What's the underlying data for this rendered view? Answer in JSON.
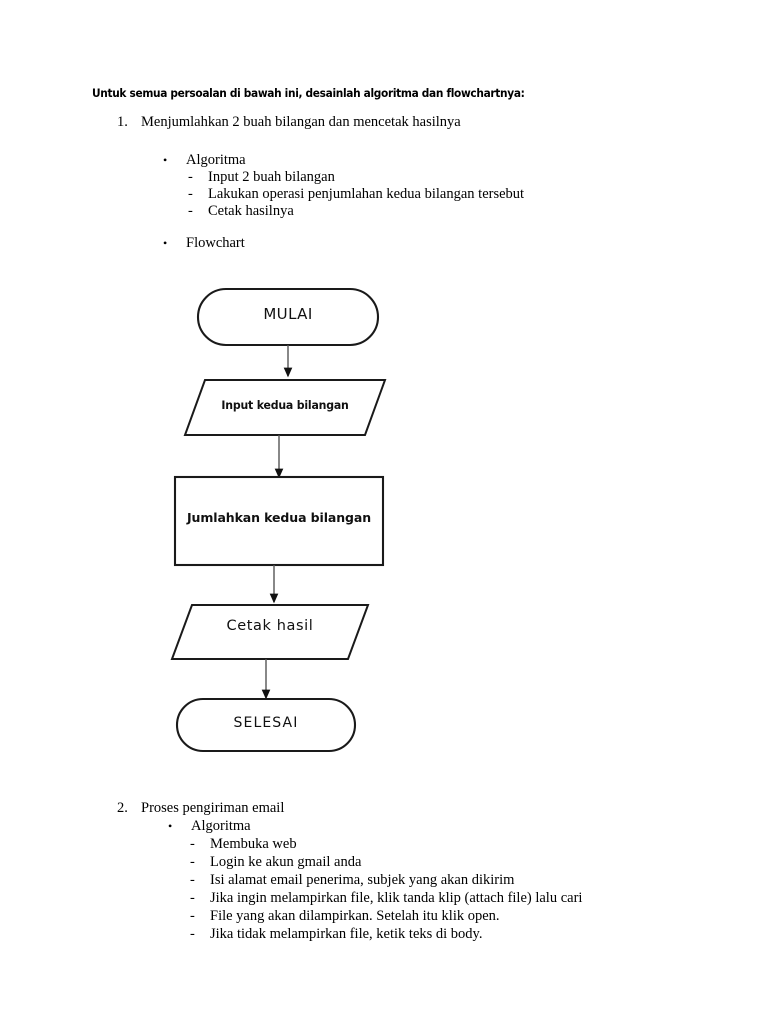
{
  "document": {
    "heading": "Untuk semua persoalan di bawah ini,  desainlah algoritma dan flowchartnya:",
    "sections": [
      {
        "number": "1.",
        "title": "Menjumlahkan  2 buah bilangan  dan mencetak hasilnya",
        "groups": [
          {
            "bullet": "•",
            "label": "Algoritma",
            "items": [
              "Input 2 buah bilangan",
              "Lakukan operasi penjumlahan  kedua bilangan  tersebut",
              "Cetak hasilnya"
            ]
          },
          {
            "bullet": "•",
            "label": "Flowchart",
            "items": []
          }
        ]
      },
      {
        "number": "2.",
        "title": "Proses pengiriman  email",
        "groups": [
          {
            "bullet": "•",
            "label": "Algoritma",
            "items": [
              "Membuka web",
              "Login ke akun gmail  anda",
              "Isi alamat email penerima,  subjek yang akan dikirim",
              "Jika ingin melampirkan file, klik tanda klip (attach file) lalu cari",
              "File yang akan dilampirkan.  Setelah itu klik open.",
              "Jika tidak melampirkan file, ketik teks di body."
            ]
          }
        ]
      }
    ]
  },
  "flowchart": {
    "dash": "-",
    "nodes": [
      {
        "id": "start",
        "shape": "terminator",
        "text": "MULAI"
      },
      {
        "id": "input",
        "shape": "parallelogram",
        "text": "Input kedua bilangan"
      },
      {
        "id": "process",
        "shape": "rectangle",
        "text": "Jumlahkan kedua bilangan"
      },
      {
        "id": "output",
        "shape": "parallelogram",
        "text": "Cetak hasil"
      },
      {
        "id": "end",
        "shape": "terminator",
        "text": "SELESAI"
      }
    ],
    "connectors": [
      {
        "from": "start",
        "to": "input"
      },
      {
        "from": "input",
        "to": "process"
      },
      {
        "from": "process",
        "to": "output"
      },
      {
        "from": "output",
        "to": "end"
      }
    ],
    "stroke_color": "#1a1a1a",
    "fill_color": "#ffffff"
  }
}
